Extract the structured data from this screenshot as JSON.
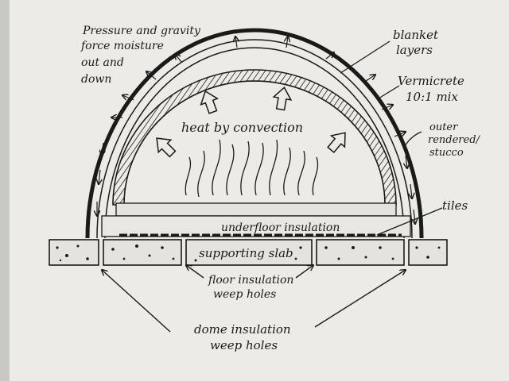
{
  "labels": {
    "pressure_line1": "Pressure and gravity",
    "pressure_line2": "force moisture",
    "pressure_line3": "out and",
    "pressure_line4": "down",
    "blanket_line1": "blanket",
    "blanket_line2": "layers",
    "vermicrete_line1": "Vermicrete",
    "vermicrete_line2": "10:1 mix",
    "outer_line1": "outer",
    "outer_line2": "rendered/",
    "outer_line3": "stucco",
    "heat": "heat by convection",
    "underfloor": "underfloor insulation",
    "tiles": "tiles",
    "slab": "supporting slab",
    "floor_weep_line1": "floor insulation",
    "floor_weep_line2": "weep holes",
    "dome_weep_line1": "dome insulation",
    "dome_weep_line2": "weep holes"
  },
  "colors": {
    "ink": "#1a1a1a",
    "paper": "#ecebe6",
    "background": "#c9c9c4"
  }
}
